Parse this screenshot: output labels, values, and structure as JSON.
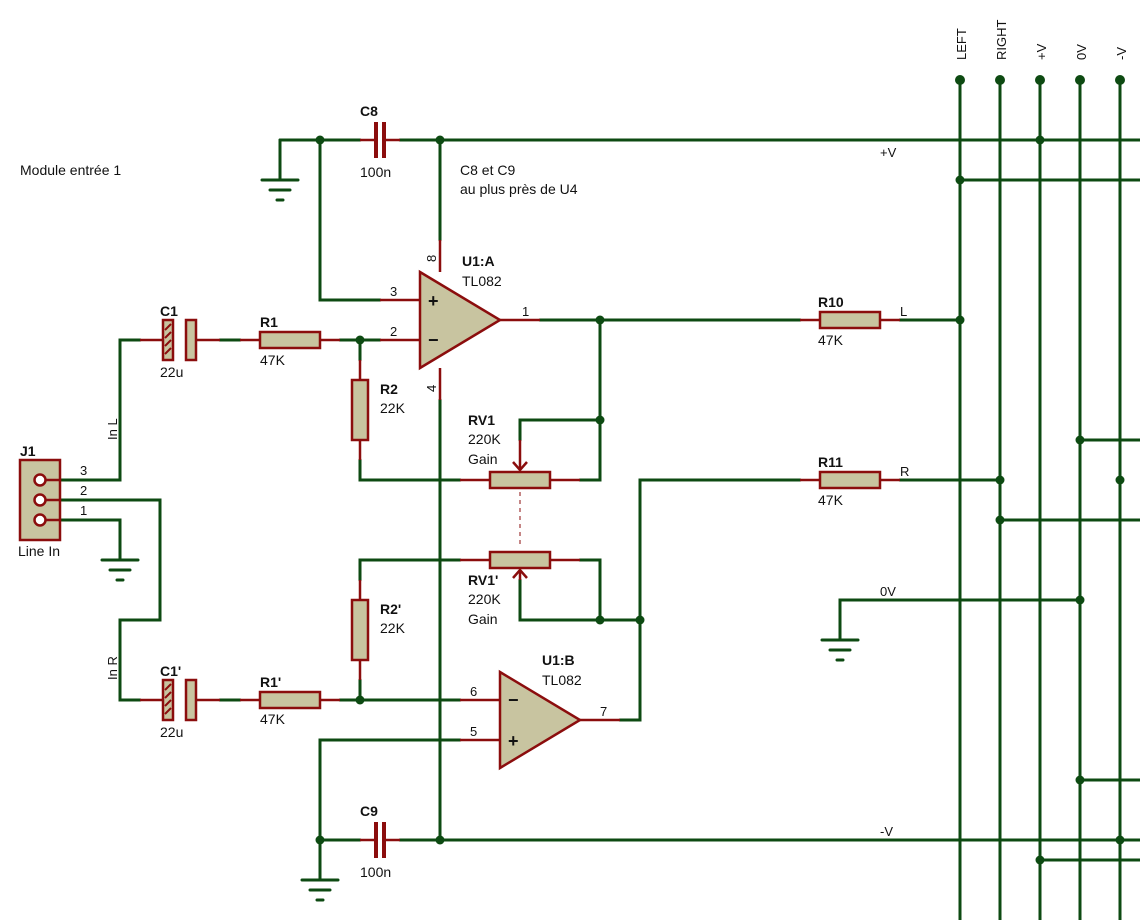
{
  "module_label": "Module entrée 1",
  "note_line1": "C8 et C9",
  "note_line2": "au plus près de U4",
  "colors": {
    "wire": "#0d4a12",
    "component": "#8b0d0d",
    "body": "#c8c4a0"
  },
  "bus": {
    "left": "LEFT",
    "right": "RIGHT",
    "plus": "+V",
    "zero": "0V",
    "minus": "-V"
  },
  "nets": {
    "plus_v": "+V",
    "minus_v": "-V",
    "zero_v": "0V",
    "l": "L",
    "r": "R"
  },
  "j1": {
    "ref": "J1",
    "name": "Line In",
    "pin3": "3",
    "pin2": "2",
    "pin1": "1"
  },
  "inputs": {
    "in_l": "In L",
    "in_r": "In R"
  },
  "c1": {
    "ref": "C1",
    "value": "22u"
  },
  "c1p": {
    "ref": "C1'",
    "value": "22u"
  },
  "r1": {
    "ref": "R1",
    "value": "47K"
  },
  "r1p": {
    "ref": "R1'",
    "value": "47K"
  },
  "r2": {
    "ref": "R2",
    "value": "22K"
  },
  "r2p": {
    "ref": "R2'",
    "value": "22K"
  },
  "rv1": {
    "ref": "RV1",
    "value": "220K",
    "label": "Gain"
  },
  "rv1p": {
    "ref": "RV1'",
    "value": "220K",
    "label": "Gain"
  },
  "r10": {
    "ref": "R10",
    "value": "47K"
  },
  "r11": {
    "ref": "R11",
    "value": "47K"
  },
  "c8": {
    "ref": "C8",
    "value": "100n"
  },
  "c9": {
    "ref": "C9",
    "value": "100n"
  },
  "u1a": {
    "ref": "U1:A",
    "part": "TL082",
    "pin3": "3",
    "pin2": "2",
    "pin1": "1",
    "pin8": "8",
    "pin4": "4",
    "plus": "+",
    "minus": "−"
  },
  "u1b": {
    "ref": "U1:B",
    "part": "TL082",
    "pin6": "6",
    "pin5": "5",
    "pin7": "7",
    "plus": "+",
    "minus": "−"
  }
}
